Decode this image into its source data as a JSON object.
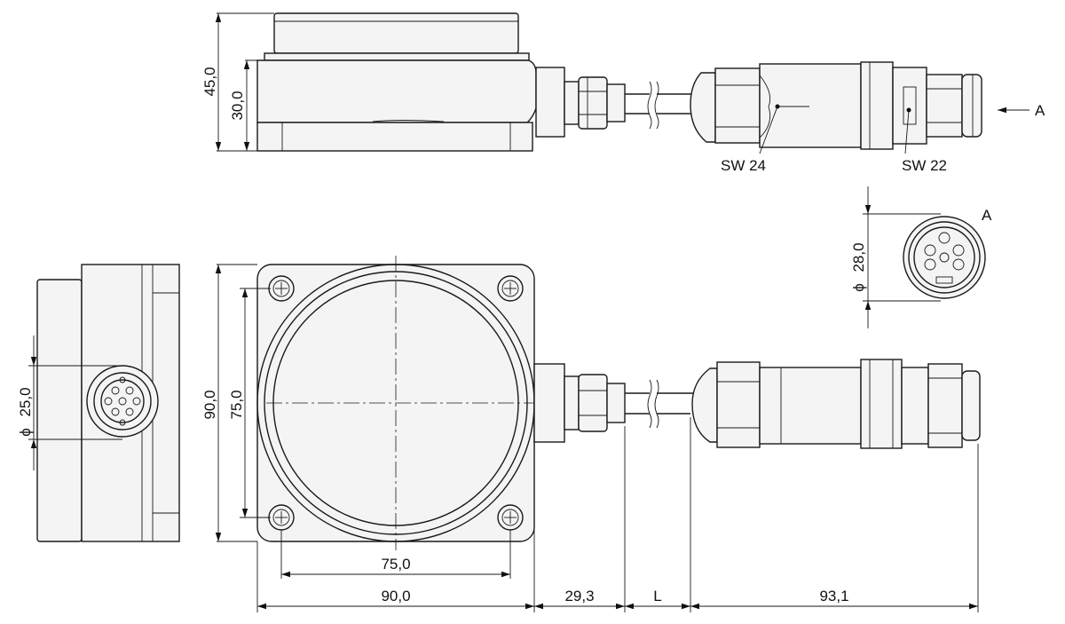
{
  "labels": {
    "dim_45": "45,0",
    "dim_30": "30,0",
    "sw24": "SW 24",
    "sw22": "SW 22",
    "view_a_arrow": "A",
    "view_a_title": "A",
    "dim_28": "28,0",
    "dim_25": "25,0",
    "dim_90_v": "90,0",
    "dim_75_v": "75,0",
    "dim_75_h": "75,0",
    "dim_90_h": "90,0",
    "dim_29": "29,3",
    "dim_L": "L",
    "dim_93": "93,1",
    "diameter_symbol": "ϕ"
  }
}
